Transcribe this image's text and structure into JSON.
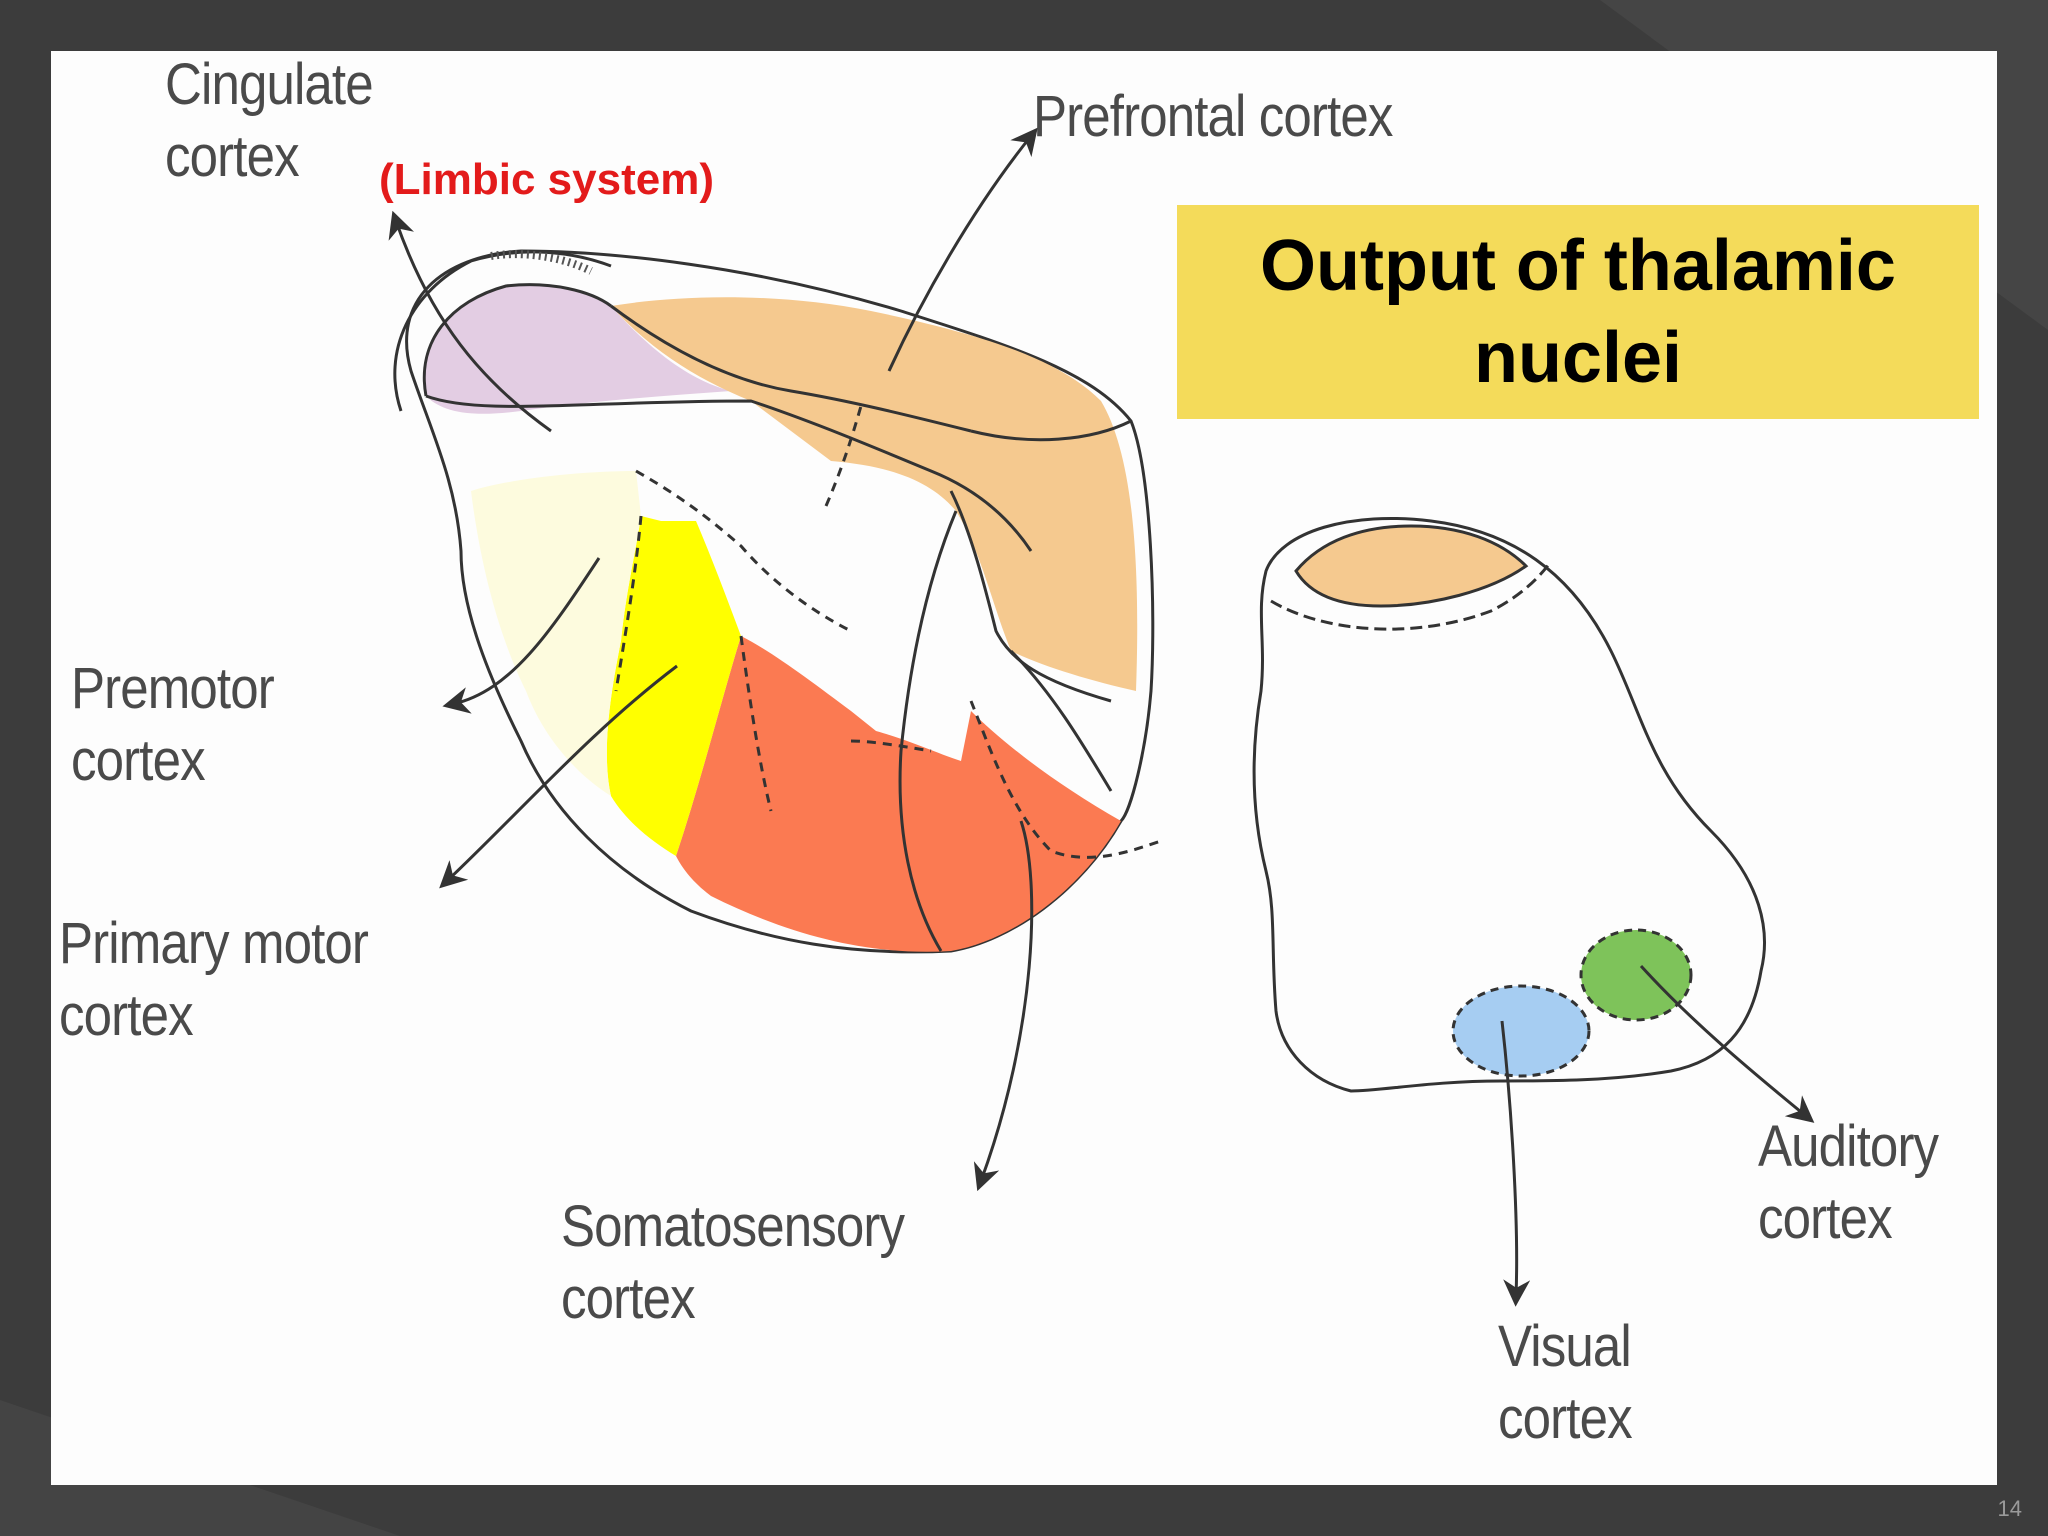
{
  "title": "Output of thalamic nuclei",
  "subtitle": "(Limbic system)",
  "labels": {
    "cingulate": "Cingulate\ncortex",
    "prefrontal": "Prefrontal cortex",
    "premotor": "Premotor\ncortex",
    "primary_motor": "Primary motor\ncortex",
    "somatosensory": "Somatosensory\ncortex",
    "visual": "Visual\ncortex",
    "auditory": "Auditory\ncortex"
  },
  "page_number": "14",
  "colors": {
    "cingulate": "#e3cde3",
    "prefrontal": "#f5c98f",
    "premotor": "#fdfbde",
    "primary_motor": "#ffff00",
    "somatosensory": "#fb7a52",
    "visual": "#a6cdf2",
    "auditory": "#7ec35a",
    "title_box": "#f4db5a",
    "subtitle": "#e31b1b"
  }
}
